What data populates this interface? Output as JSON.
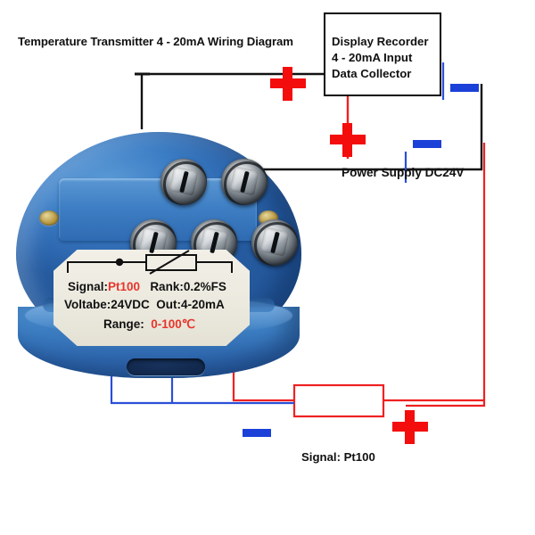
{
  "diagram": {
    "title": "Temperature Transmitter 4 - 20mA Wiring Diagram",
    "recorder_box": {
      "line1": "Display Recorder",
      "line2": "4 - 20mA Input",
      "line3": "Data Collector"
    },
    "power_supply_label": "Power Supply DC24V",
    "signal_label": "Signal: Pt100",
    "sign_plus": "+",
    "sign_minus": "-"
  },
  "device": {
    "spec_label": {
      "signal_key": "Signal:",
      "signal_value": "Pt100",
      "rank_text": "Rank:0.2%FS",
      "voltage_text": "Voltabe:24VDC",
      "out_text": "Out:4-20mA",
      "range_key": "Range:",
      "range_value": "0-100℃"
    },
    "terminals": [
      {
        "id": "top-left"
      },
      {
        "id": "top-right"
      },
      {
        "id": "bottom-left"
      },
      {
        "id": "bottom-middle"
      },
      {
        "id": "bottom-right"
      }
    ]
  },
  "colors": {
    "wire_red": "#ee2222",
    "wire_blue": "#2b4fd8",
    "wire_black": "#121212",
    "sign_plus": "#f40d0d",
    "sign_minus": "#1b41d8",
    "device_blue": "#3a7cc4",
    "label_red": "#e8352b"
  }
}
